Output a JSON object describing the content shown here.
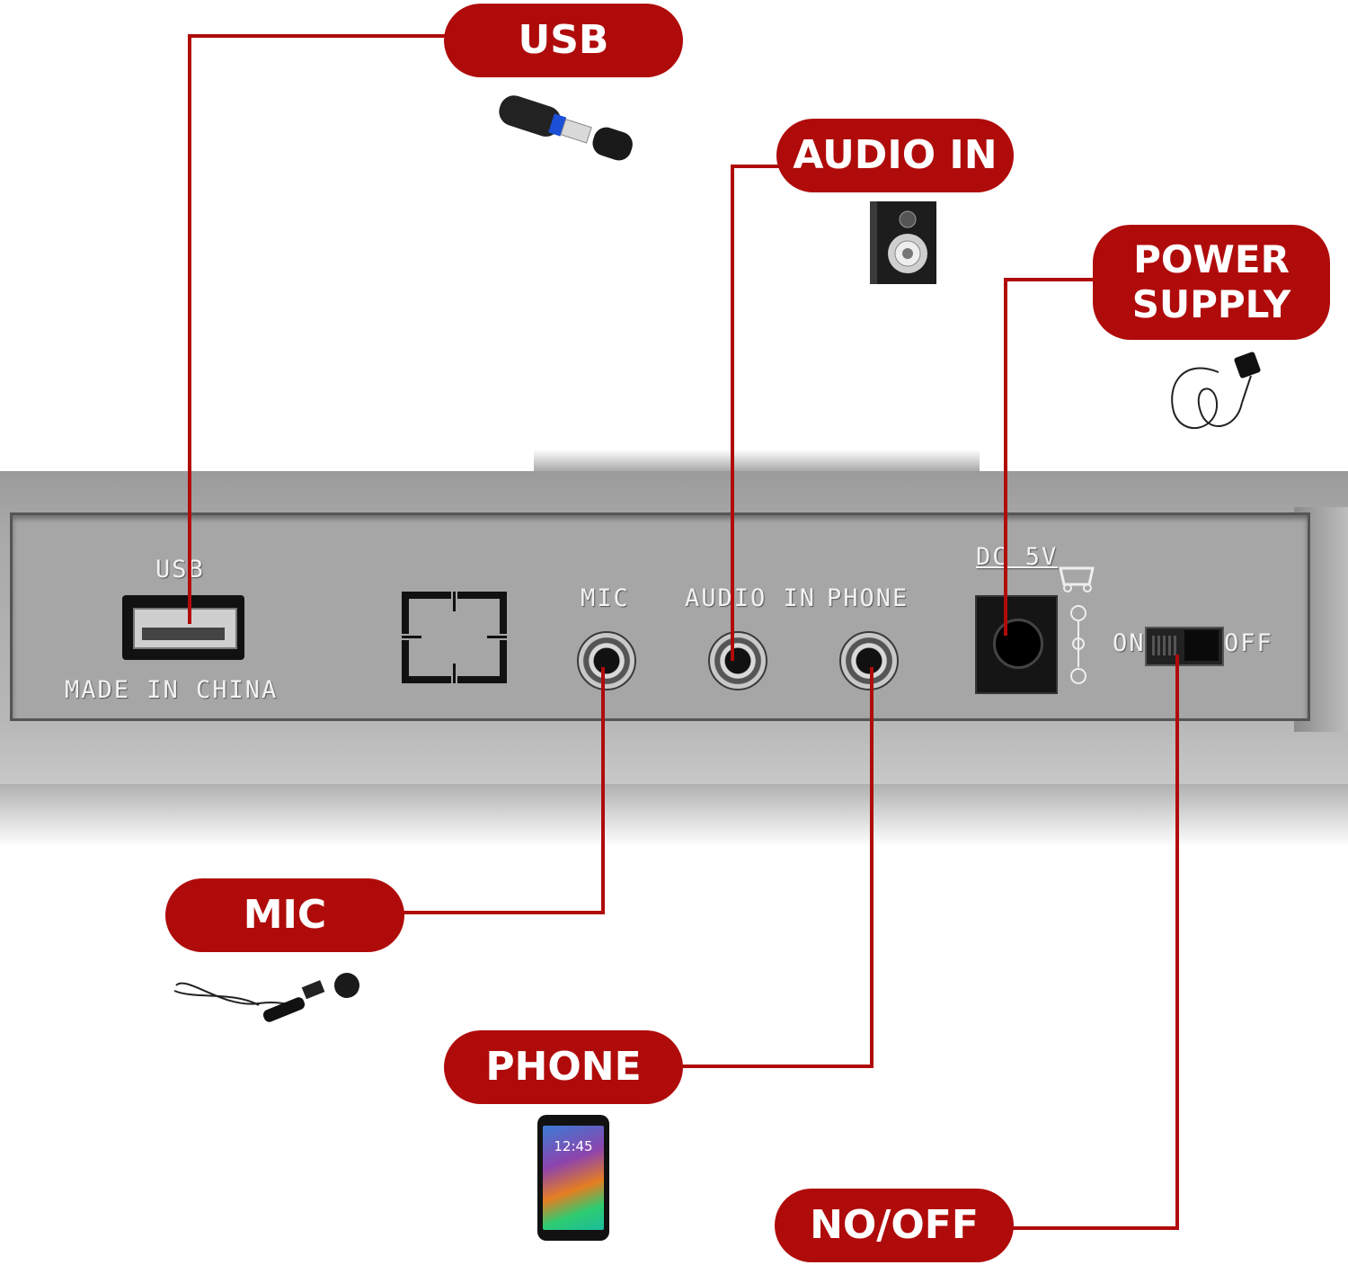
{
  "callouts": {
    "usb": "USB",
    "audio_in": "AUDIO IN",
    "power_supply": "POWER\nSUPPLY",
    "mic": "MIC",
    "phone": "PHONE",
    "on_off": "NO/OFF"
  },
  "panel_labels": {
    "usb": "USB",
    "made_in": "MADE IN CHINA",
    "mic": "MIC",
    "audio_in": "AUDIO IN",
    "phone": "PHONE",
    "dc": "DC 5V",
    "on": "ON",
    "off": "OFF"
  },
  "phone_screen_time": "12:45",
  "colors": {
    "callout_red": "#b00b0b",
    "panel_silver": "#a9a9a9"
  },
  "icons": [
    "usb-drive-icon",
    "speaker-icon",
    "power-adapter-icon",
    "microphone-icon",
    "smartphone-icon"
  ]
}
